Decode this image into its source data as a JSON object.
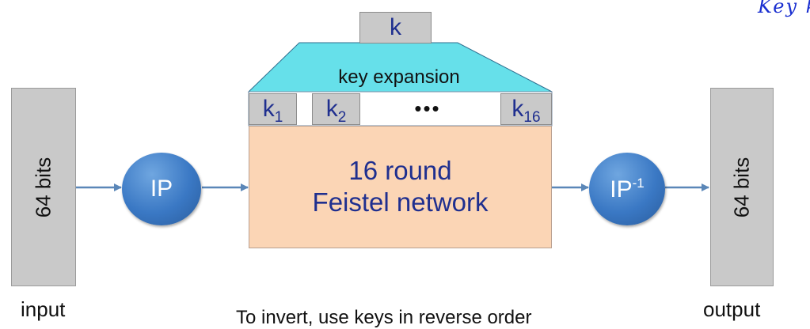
{
  "key": {
    "label": "k"
  },
  "key_expansion": {
    "label": "key expansion"
  },
  "round_keys": [
    {
      "base": "k",
      "sub": "1"
    },
    {
      "base": "k",
      "sub": "2"
    },
    {
      "base": "k",
      "sub": "16"
    }
  ],
  "ellipsis": "•••",
  "feistel": {
    "line1": "16 round",
    "line2": "Feistel network"
  },
  "input_block": {
    "text": "64  bits",
    "caption": "input"
  },
  "output_block": {
    "text": "64  bits",
    "caption": "output"
  },
  "ip": {
    "label": "IP"
  },
  "ip_inverse": {
    "base": "IP",
    "sup": "-1"
  },
  "footer_note": "To invert, use keys in reverse order",
  "handwritten_note": "Key k",
  "colors": {
    "trapezoid": "#66e0ea",
    "arrow": "#5b87b8",
    "feistel": "#fbd5b5",
    "circle": "#3a78c4",
    "text_blue": "#1f2f8f",
    "handwriting": "#1a2fd0"
  }
}
